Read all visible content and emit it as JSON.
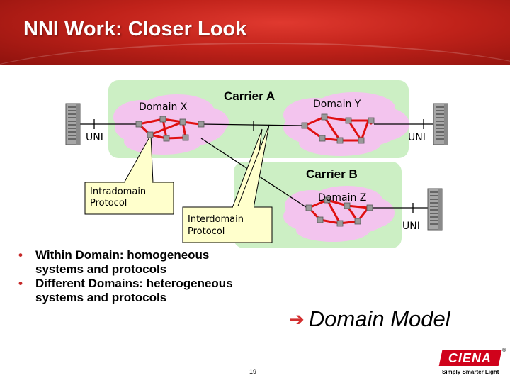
{
  "slide": {
    "title": "NNI Work: Closer Look",
    "page_number": "19"
  },
  "diagram": {
    "carrier_a": "Carrier A",
    "carrier_b": "Carrier B",
    "domain_x": "Domain X",
    "domain_y": "Domain Y",
    "domain_z": "Domain Z",
    "uni_left": "UNI",
    "uni_right": "UNI",
    "uni_bottom": "UNI",
    "intradomain_line1": "Intradomain",
    "intradomain_line2": "Protocol",
    "interdomain_line1": "Interdomain",
    "interdomain_line2": "Protocol"
  },
  "bullets": [
    {
      "line1": "Within Domain: homogeneous",
      "line2": "systems and protocols"
    },
    {
      "line1": "Different Domains: heterogeneous",
      "line2": "systems and protocols"
    }
  ],
  "domain_model": {
    "label": "Domain Model",
    "arrow_icon": "right-arrow-icon"
  },
  "logo": {
    "word": "CIENA",
    "reg": "®",
    "tagline": "Simply Smarter Light"
  },
  "colors": {
    "header_red": "#c0221a",
    "carrier_fill": "#ccefc4",
    "cloud_fill": "#f3c4ee",
    "link_red": "#e01010"
  }
}
